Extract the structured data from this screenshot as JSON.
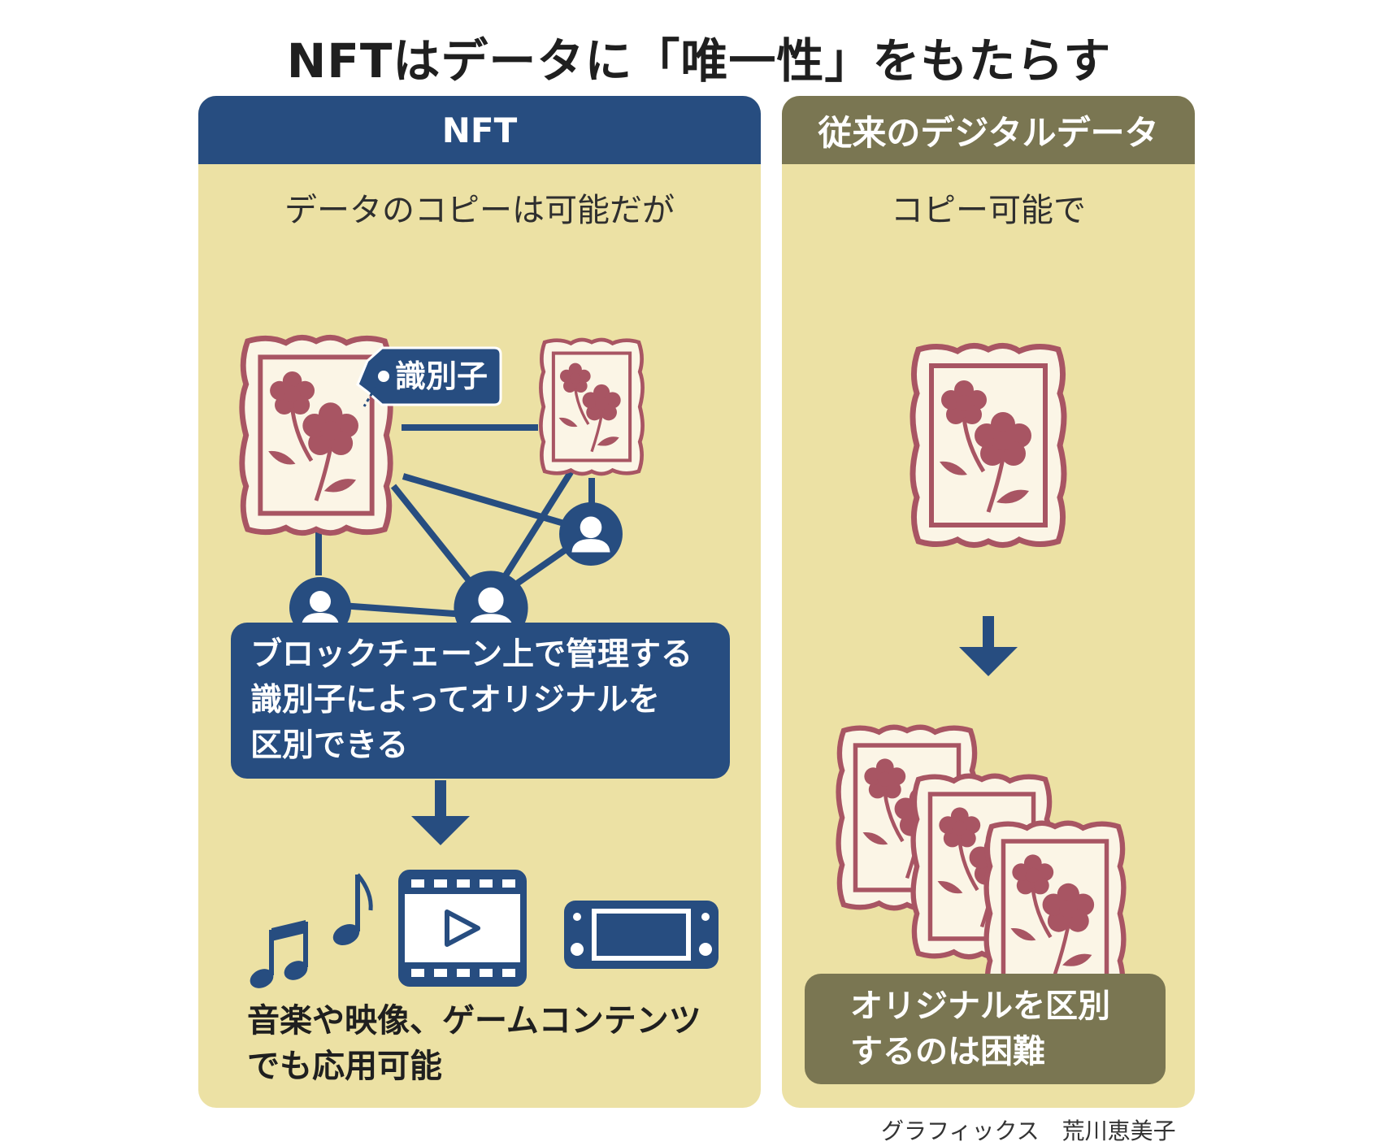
{
  "title": "NFTはデータに「唯一性」をもたらす",
  "colors": {
    "navy": "#274d80",
    "olive": "#7a7652",
    "cream": "#ece1a4",
    "frame": "#a85563"
  },
  "left": {
    "header": "NFT",
    "subtitle": "データのコピーは可能だが",
    "identifier_tag": "識別子",
    "callout_lines": [
      "ブロックチェーン上で管理する",
      "識別子によってオリジナルを",
      "区別できる"
    ],
    "icons": [
      "music-notes-icon",
      "video-play-icon",
      "game-console-icon"
    ],
    "bottom_lines": [
      "音楽や映像、ゲームコンテンツ",
      "でも応用可能"
    ]
  },
  "right": {
    "header": "従来のデジタルデータ",
    "subtitle": "コピー可能で",
    "conclusion_lines": [
      "オリジナルを区別",
      "するのは困難"
    ]
  },
  "credit": "グラフィックス　荒川恵美子"
}
